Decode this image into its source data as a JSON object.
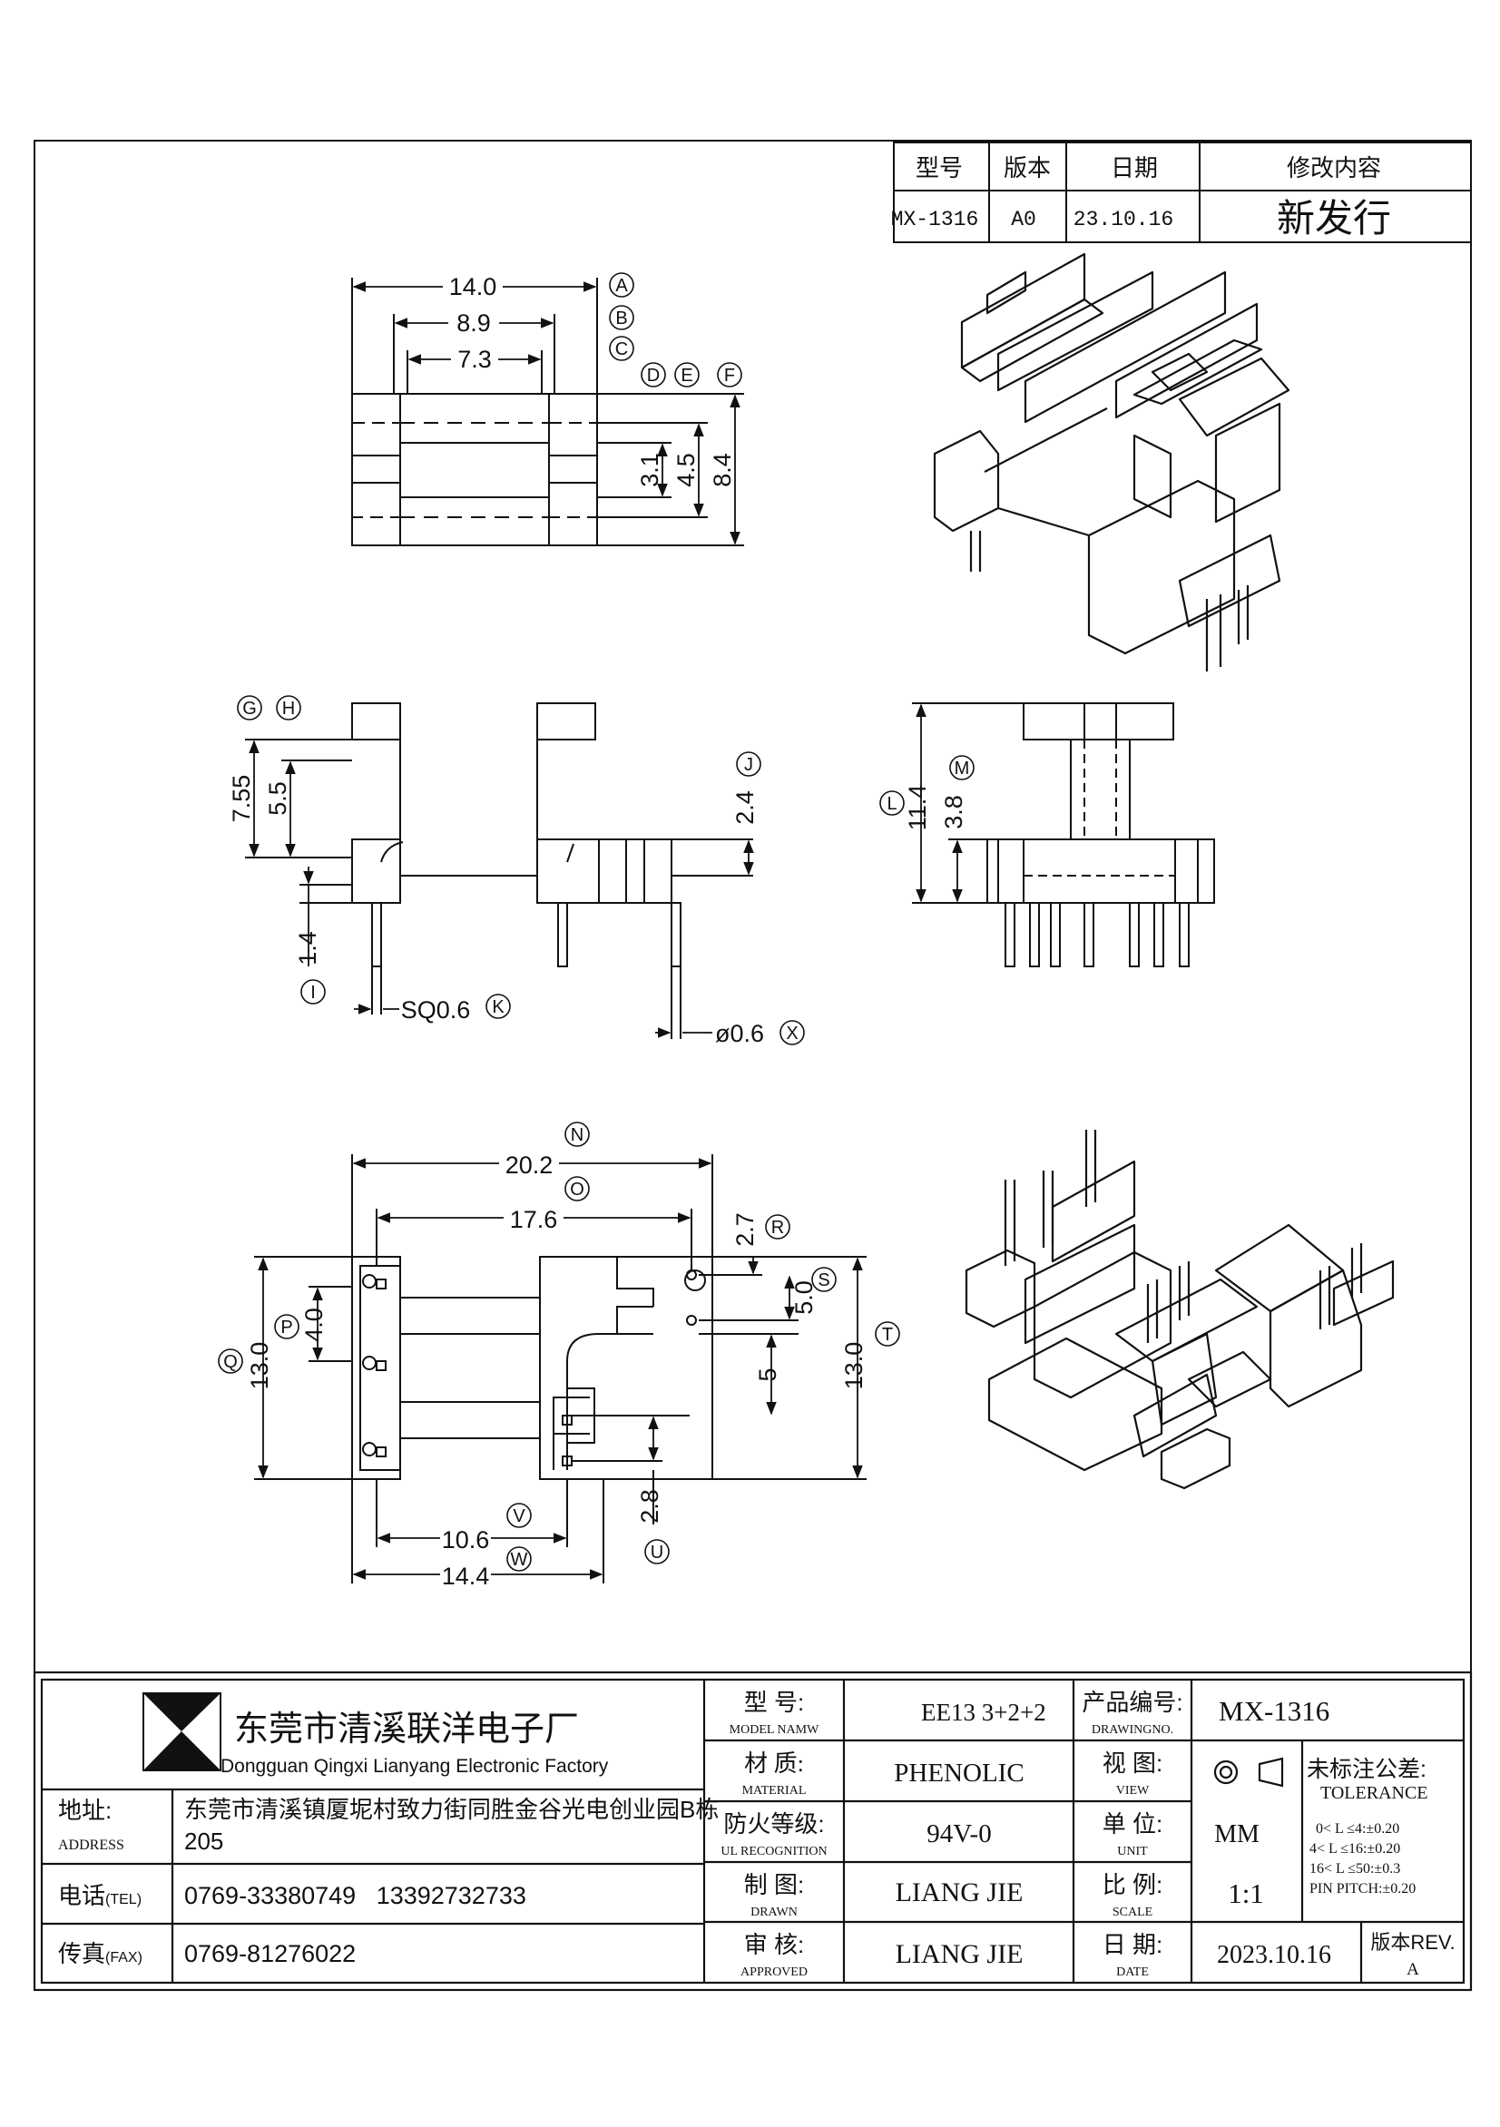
{
  "revision_table": {
    "headers": [
      "型号",
      "版本",
      "日期",
      "修改内容"
    ],
    "row": [
      "MX-1316",
      "A0",
      "23.10.16",
      "新发行"
    ]
  },
  "top_view": {
    "dims": [
      "14.0",
      "8.9",
      "7.3",
      "3.1",
      "4.5",
      "8.4"
    ],
    "markers": [
      "A",
      "B",
      "C",
      "D",
      "E",
      "F"
    ]
  },
  "front_view": {
    "dims": [
      "7.55",
      "5.5",
      "2.4",
      "1.4",
      "SQ0.6",
      "ø0.6"
    ],
    "markers": [
      "G",
      "H",
      "J",
      "I",
      "K",
      "X"
    ]
  },
  "side_view": {
    "dims": [
      "11.4",
      "3.8"
    ],
    "markers": [
      "L",
      "M"
    ]
  },
  "bottom_view": {
    "dims": [
      "20.2",
      "17.6",
      "2.7",
      "5.0",
      "4.0",
      "13.0",
      "5",
      "13.0",
      "10.6",
      "2.8",
      "14.4"
    ],
    "markers": [
      "N",
      "O",
      "R",
      "S",
      "P",
      "Q",
      "T",
      "V",
      "U",
      "W"
    ]
  },
  "company": {
    "name_cn": "东莞市清溪联洋电子厂",
    "name_en": "Dongguan Qingxi Lianyang Electronic Factory",
    "address_label": "地址:",
    "address_label_en": "ADDRESS",
    "address_line1": "东莞市清溪镇厦坭村致力街同胜金谷光电创业园B栋",
    "address_line2": "205",
    "tel_label": "电话",
    "tel_label_en": "(TEL)",
    "tel": "0769-33380749   13392732733",
    "fax_label": "传真",
    "fax_label_en": "(FAX)",
    "fax": "0769-81276022"
  },
  "title_block": {
    "model_label": "型 号:",
    "model_label_en": "MODEL NAMW",
    "model": "EE13 3+2+2",
    "drawing_no_label": "产品编号:",
    "drawing_no_label_en": "DRAWINGNO.",
    "drawing_no": "MX-1316",
    "material_label": "材 质:",
    "material_label_en": "MATERIAL",
    "material": "PHENOLIC",
    "view_label": "视 图:",
    "view_label_en": "VIEW",
    "ul_label": "防火等级:",
    "ul_label_en": "UL RECOGNITION",
    "ul": "94V-0",
    "unit_label": "单 位:",
    "unit_label_en": "UNIT",
    "unit": "MM",
    "drawn_label": "制 图:",
    "drawn_label_en": "DRAWN",
    "drawn": "LIANG JIE",
    "scale_label": "比 例:",
    "scale_label_en": "SCALE",
    "scale": "1:1",
    "approved_label": "审 核:",
    "approved_label_en": "APPROVED",
    "approved": "LIANG JIE",
    "date_label": "日 期:",
    "date_label_en": "DATE",
    "date": "2023.10.16",
    "rev_label": "版本REV.",
    "rev": "A",
    "tolerance_title": "未标注公差:",
    "tolerance_title_en": "TOLERANCE",
    "tolerance_lines": [
      "0< L ≤4:±0.20",
      "4< L ≤16:±0.20",
      "16< L ≤50:±0.3",
      "PIN PITCH:±0.20"
    ]
  }
}
